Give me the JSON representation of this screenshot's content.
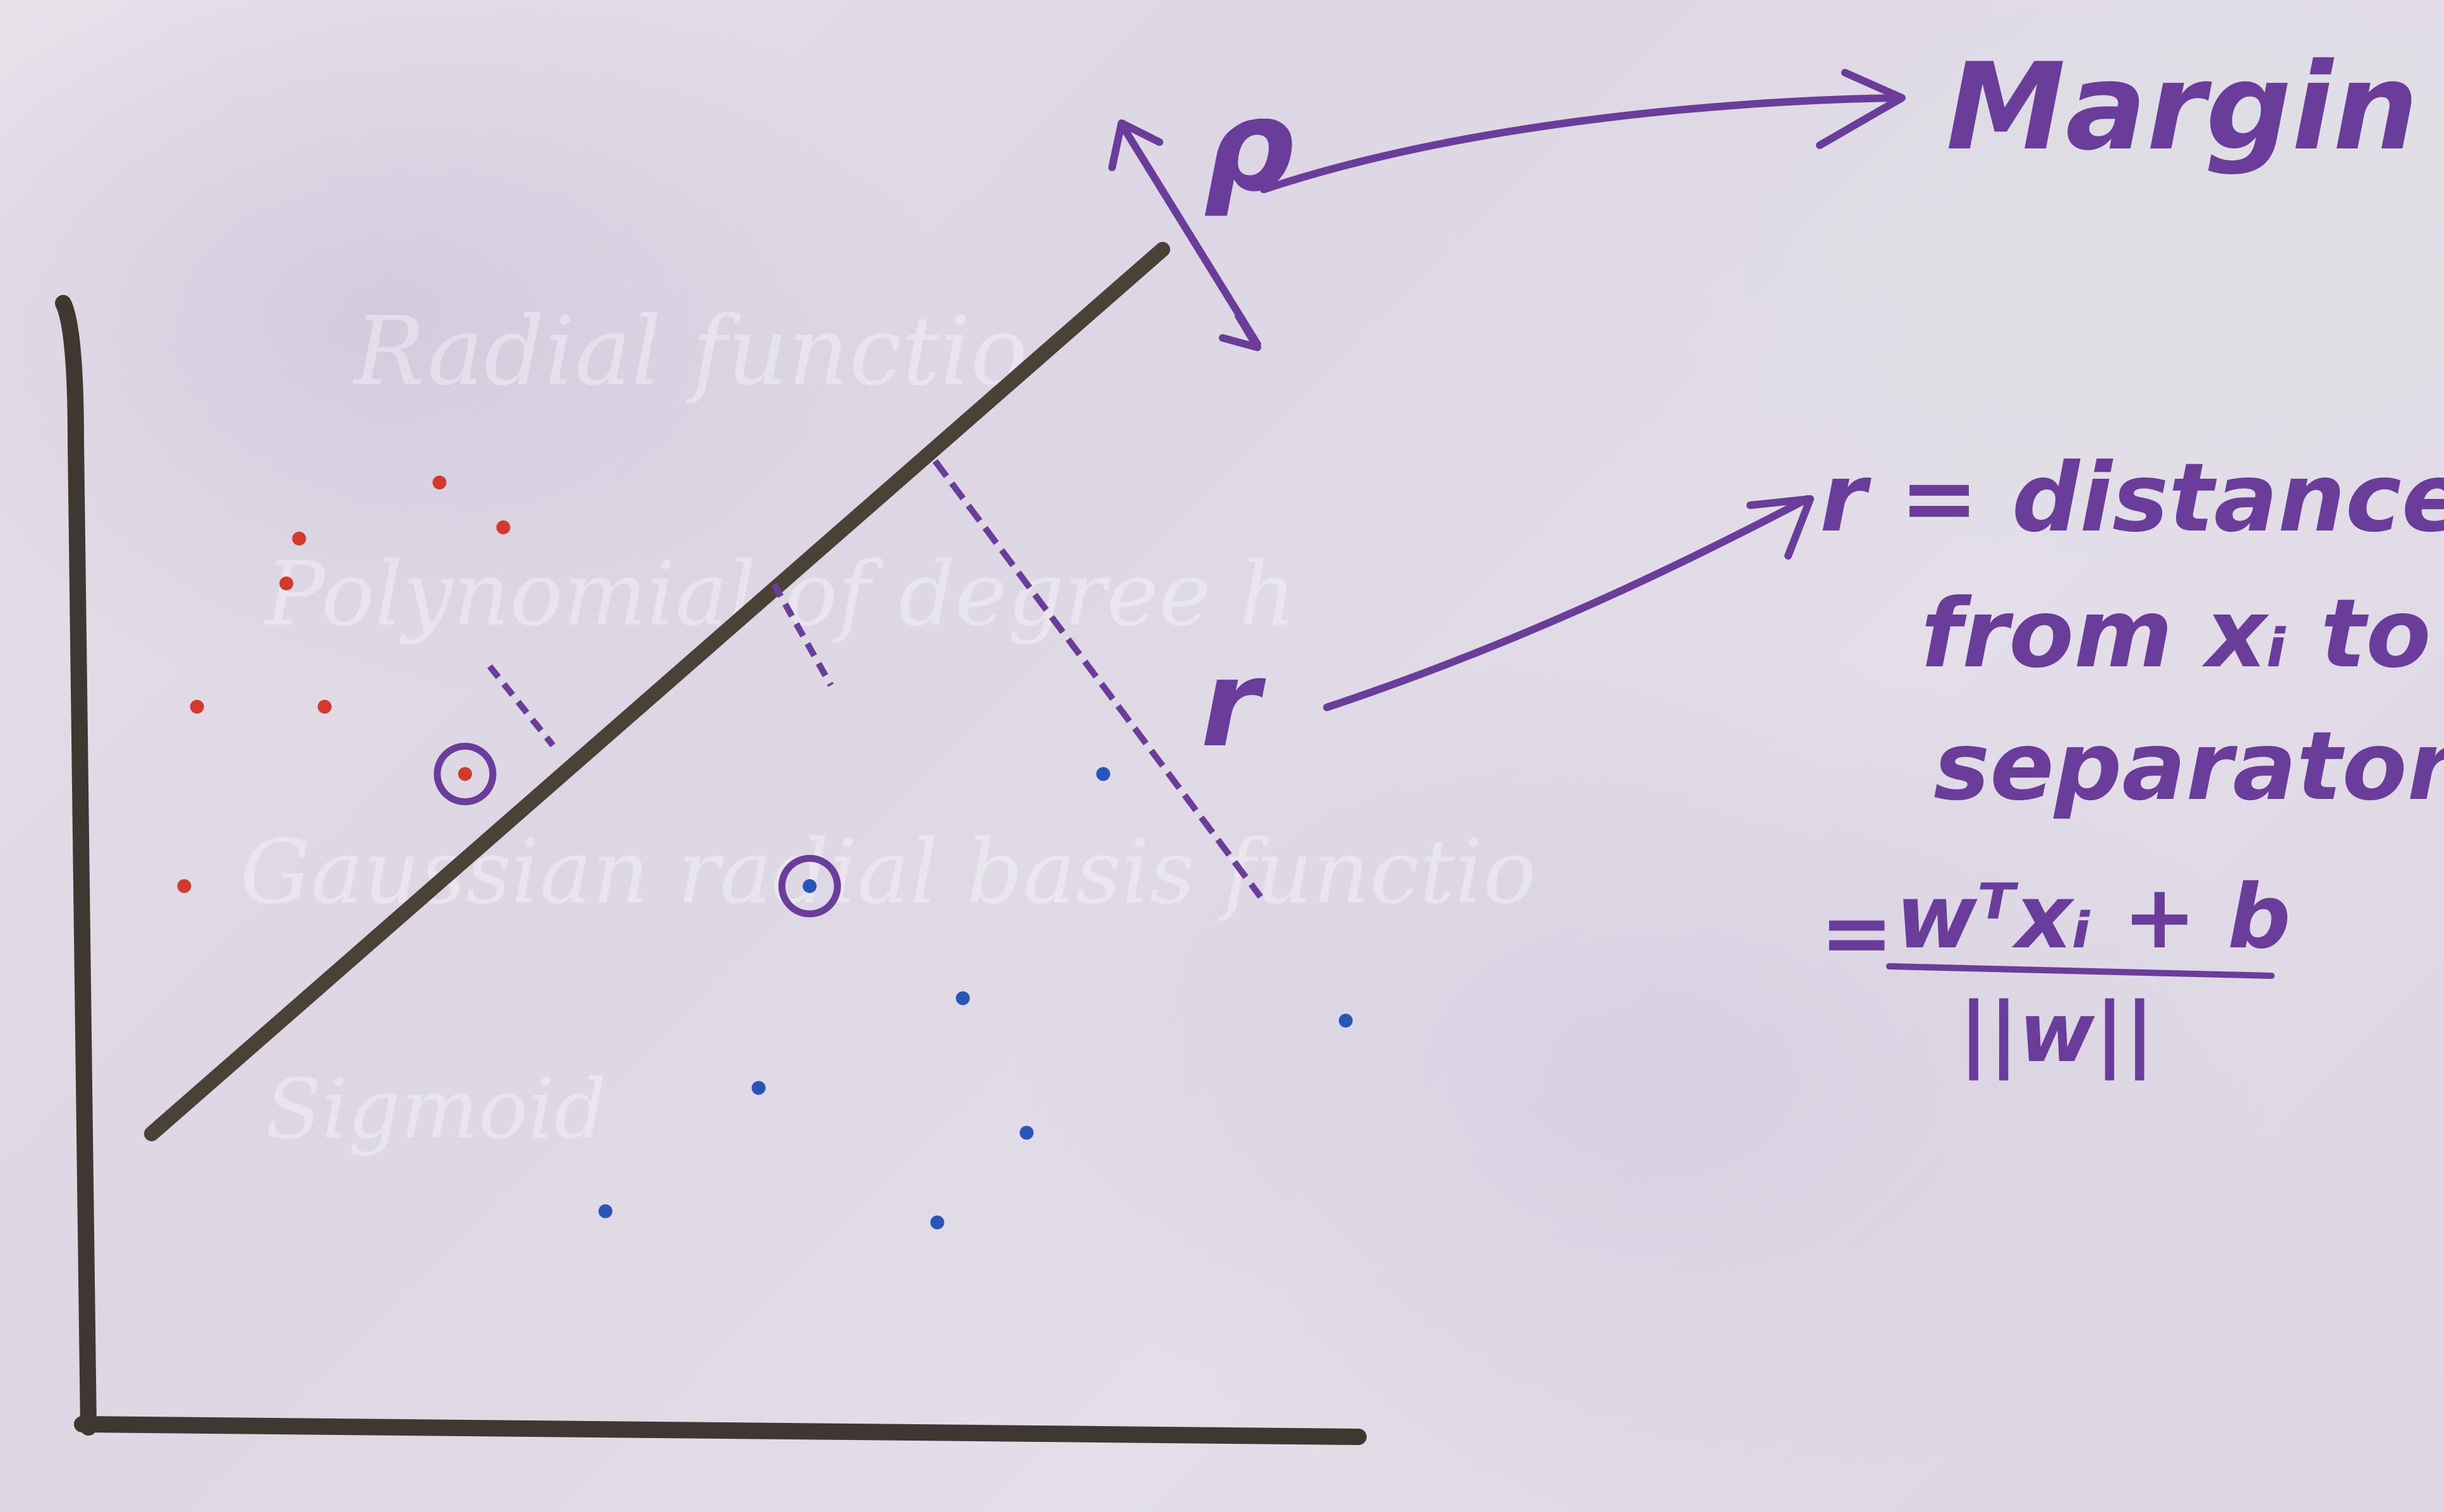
{
  "ghost_text": [
    "Radial functio",
    "Polynomial of degree h",
    "Gaussian radial basis functio",
    "Sigmoid"
  ],
  "labels": {
    "rho": "ρ",
    "margin": "Margin",
    "r": "r",
    "definition_line1": "r = distance",
    "definition_line2": "from xᵢ to",
    "definition_line3": "separator",
    "formula_equals": "=",
    "formula_numerator": "wᵀxᵢ + b",
    "formula_denominator": "||w||"
  },
  "colors": {
    "axis": "#3e3830",
    "separator": "#4a4236",
    "marker": "#6a3d9a",
    "class_red": "#d23a2e",
    "class_blue": "#2a55b8"
  },
  "points": {
    "red": [
      [
        0.17,
        0.79
      ],
      [
        0.16,
        0.75
      ],
      [
        0.28,
        0.84
      ],
      [
        0.33,
        0.8
      ],
      [
        0.09,
        0.64
      ],
      [
        0.19,
        0.64
      ],
      [
        0.08,
        0.48
      ],
      [
        0.3,
        0.58
      ]
    ],
    "blue": [
      [
        0.8,
        0.58
      ],
      [
        0.57,
        0.48
      ],
      [
        0.69,
        0.38
      ],
      [
        0.53,
        0.3
      ],
      [
        0.74,
        0.26
      ],
      [
        0.41,
        0.19
      ],
      [
        0.67,
        0.18
      ],
      [
        0.99,
        0.36
      ]
    ]
  },
  "support_vectors": {
    "red_index": 7,
    "blue_index": 1
  }
}
